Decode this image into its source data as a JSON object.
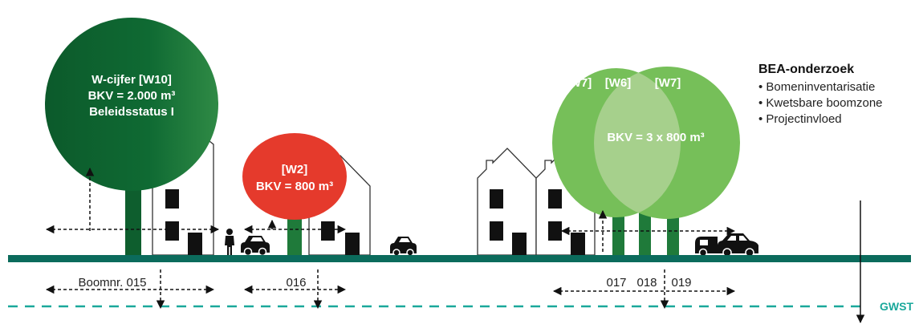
{
  "trees": [
    {
      "number": "Boomnr. 015",
      "lines": [
        "W-cijfer [W10]",
        "BKV = 2.000 m³",
        "Beleidsstatus I"
      ]
    },
    {
      "number": "016",
      "lines": [
        "[W2]",
        "BKV = 800 m³"
      ]
    },
    {
      "number": "017",
      "code": "[W7]"
    },
    {
      "number": "018",
      "code": "[W6]"
    },
    {
      "number": "019",
      "code": "[W7]"
    }
  ],
  "group_bkv": "BKV = 3 x 800 m³",
  "legend": {
    "title": "BEA-onderzoek",
    "items": [
      "Bomeninventarisatie",
      "Kwetsbare boomzone",
      "Projectinvloed"
    ]
  },
  "gwst_label": "GWST",
  "colors": {
    "ground": "#0b6b5c",
    "tree_dark": "#0e5e2e",
    "tree_red": "#e53a2c",
    "tree_light": "#76bf59",
    "tree_overlap": "#a6d08c",
    "trunk_green": "#1f7a3a",
    "gwst": "#1aa89b"
  }
}
